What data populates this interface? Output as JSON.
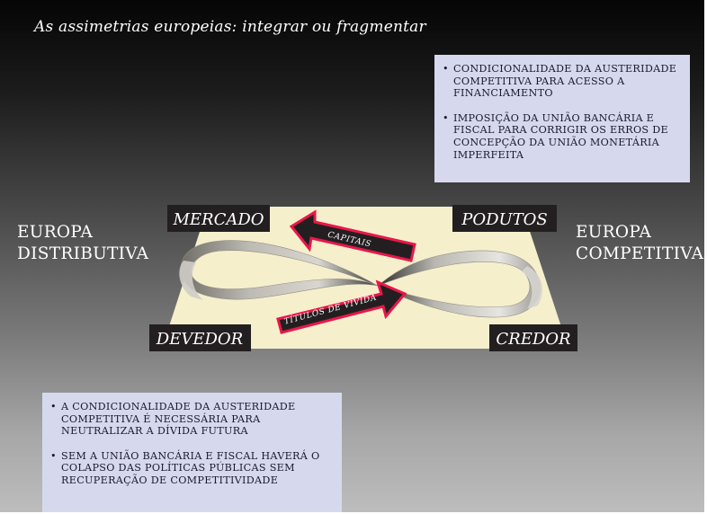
{
  "title": "As assimetrias europeias: integrar ou fragmentar",
  "top_box": {
    "items": [
      "CONDICIONALIDADE DA AUSTERIDADE COMPETITIVA PARA ACESSO A FINANCIAMENTO",
      "IMPOSIÇÃO DA UNIÃO BANCÁRIA E FISCAL PARA CORRIGIR OS ERROS DE CONCEPÇÃO DA UNIÃO MONETÁRIA IMPERFEITA"
    ]
  },
  "left_label": {
    "line1": "EUROPA",
    "line2": "DISTRIBUTIVA"
  },
  "right_label": {
    "line1": "EUROPA",
    "line2": "COMPETITIVA"
  },
  "corners": {
    "top_left": "MERCADO",
    "top_right": "PODUTOS",
    "bottom_left": "DEVEDOR",
    "bottom_right": "CREDOR"
  },
  "arrows": {
    "upper": "CAPITAIS",
    "lower": "TÍTULOS DE VÍVIDA"
  },
  "bottom_box": {
    "items": [
      "A CONDICIONALIDADE DA AUSTERIDADE COMPETITIVA É NECESSÁRIA PARA NEUTRALIZAR A DÍVIDA FUTURA",
      "SEM A UNIÃO BANCÁRIA E FISCAL HAVERÁ O COLAPSO DAS POLÍTICAS PÚBLICAS SEM RECUPERAÇÃO DE COMPETITIVIDADE"
    ]
  },
  "colors": {
    "plane": "#f6efcc",
    "label_bg": "#231f20",
    "arrow_outline": "#e8174a",
    "box_bg": "#d6d9ee"
  }
}
